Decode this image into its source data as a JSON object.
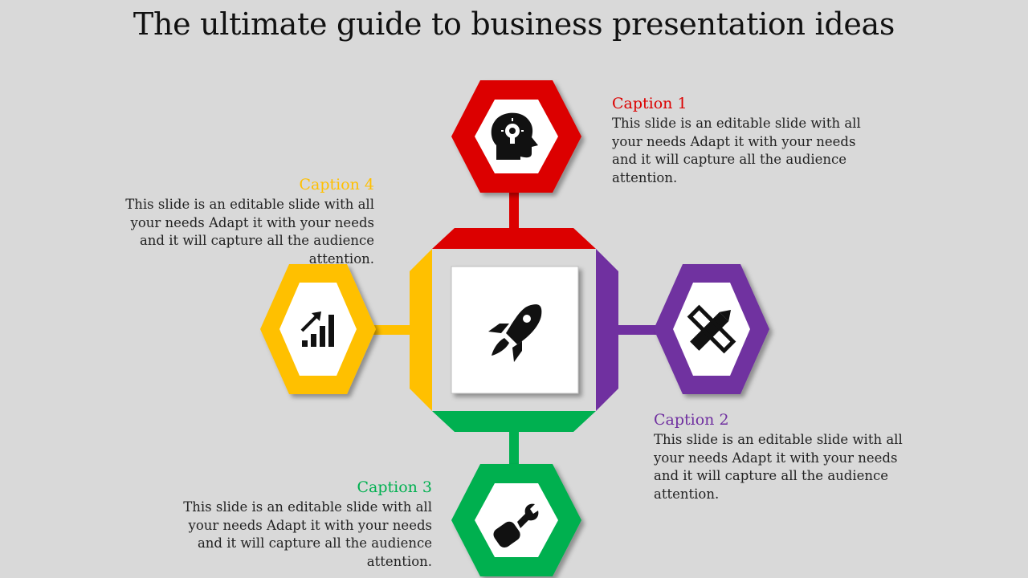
{
  "title": "The ultimate guide to business presentation ideas",
  "colors": {
    "red": "#dc0000",
    "purple": "#7030a0",
    "green": "#00b050",
    "yellow": "#ffc000",
    "background": "#d9d9d9"
  },
  "captions": [
    {
      "id": 1,
      "title": "Caption 1",
      "text": "This slide is an editable slide with all your needs Adapt it with your needs and it will capture all the audience attention.",
      "icon": "head-lightbulb-icon",
      "color": "#dc0000"
    },
    {
      "id": 2,
      "title": "Caption 2",
      "text": "This slide is an editable slide with all your needs Adapt it with your needs and it will capture all the audience attention.",
      "icon": "pencil-ruler-icon",
      "color": "#7030a0"
    },
    {
      "id": 3,
      "title": "Caption 3",
      "text": "This slide is an editable slide with all your needs Adapt it with your needs and it will capture all the audience attention.",
      "icon": "wrench-tool-icon",
      "color": "#00b050"
    },
    {
      "id": 4,
      "title": "Caption 4",
      "text": "This slide is an editable slide with all your needs Adapt it with your needs and it will capture all the audience attention.",
      "icon": "growth-chart-icon",
      "color": "#ffc000"
    }
  ],
  "center_icon": "rocket-icon"
}
